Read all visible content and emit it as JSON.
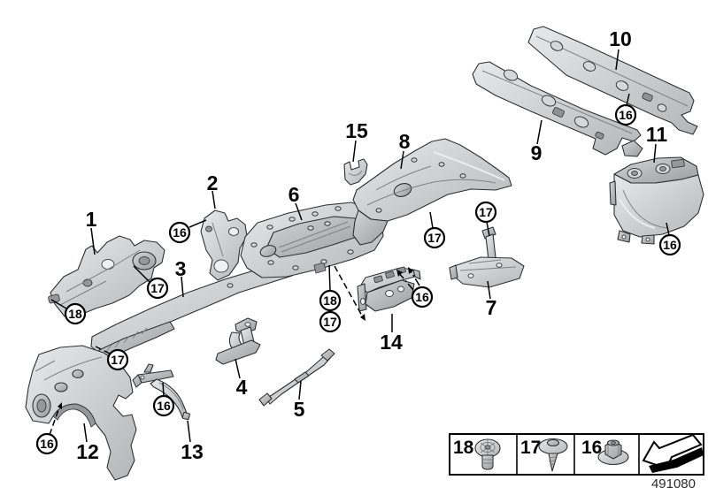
{
  "diagram": {
    "drawing_number": "491080",
    "part_numbers": [
      "1",
      "2",
      "3",
      "4",
      "5",
      "6",
      "7",
      "8",
      "9",
      "10",
      "11",
      "12",
      "13",
      "14",
      "15"
    ],
    "fastener_refs": {
      "expansion_rivet": "18",
      "screw": "17",
      "nut": "16"
    },
    "callouts": [
      {
        "ref": "16"
      },
      {
        "ref": "17"
      },
      {
        "ref": "18"
      },
      {
        "ref": "17"
      },
      {
        "ref": "16"
      },
      {
        "ref": "16"
      },
      {
        "ref": "18"
      },
      {
        "ref": "17"
      },
      {
        "ref": "16"
      },
      {
        "ref": "17"
      },
      {
        "ref": "17"
      },
      {
        "ref": "16"
      },
      {
        "ref": "16"
      }
    ],
    "colors": {
      "background": "#ffffff",
      "outline": "#2e3032",
      "part_light": "#e8e9ea",
      "part_mid": "#c2c4c6",
      "part_dark": "#95979a",
      "callout_line": "#000000"
    }
  },
  "legend": {
    "items": [
      {
        "label": "18",
        "icon": "expansion-rivet-icon"
      },
      {
        "label": "17",
        "icon": "sheet-metal-screw-icon"
      },
      {
        "label": "16",
        "icon": "flange-nut-icon"
      },
      {
        "label": "",
        "icon": "direction-arrow-icon"
      }
    ]
  }
}
